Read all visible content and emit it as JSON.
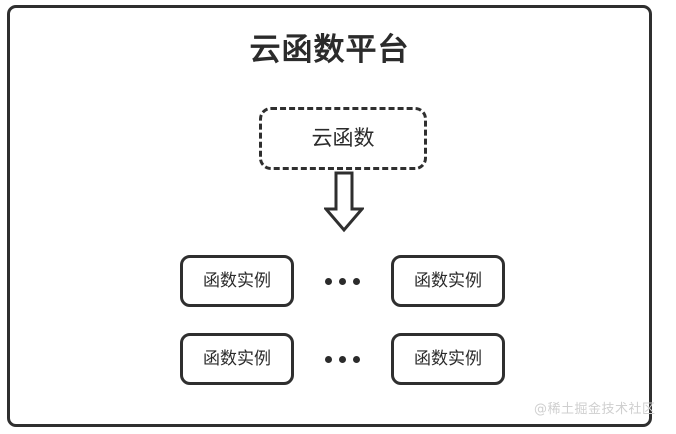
{
  "diagram": {
    "title": "云函数平台",
    "cloud_function": {
      "label": "云函数"
    },
    "arrow": {
      "icon": "arrow-down-icon",
      "direction": "down"
    },
    "instance_rows": [
      {
        "left": {
          "label": "函数实例"
        },
        "separator": "•••",
        "right": {
          "label": "函数实例"
        }
      },
      {
        "left": {
          "label": "函数实例"
        },
        "separator": "•••",
        "right": {
          "label": "函数实例"
        }
      }
    ],
    "watermark": "@稀土掘金技术社区",
    "colors": {
      "stroke": "#2f2f2f",
      "text": "#2b2b2b",
      "background": "#ffffff",
      "watermark": "#cfcfcf"
    }
  }
}
